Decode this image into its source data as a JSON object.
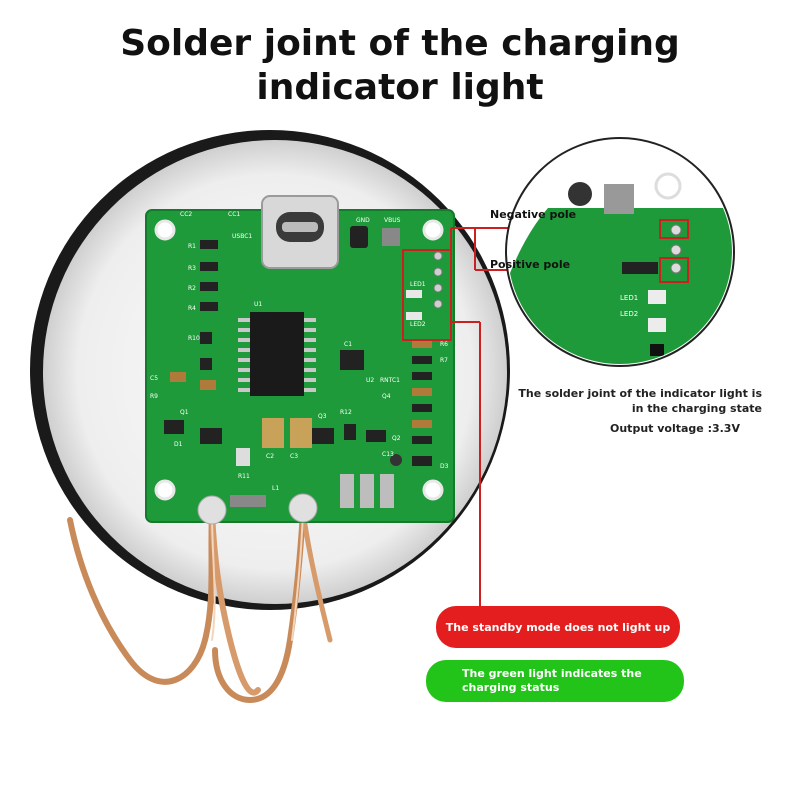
{
  "title": {
    "line1": "Solder joint of the charging",
    "line2": "indicator light"
  },
  "callouts": {
    "negative_pole": "Negative pole",
    "positive_pole": "Positive pole"
  },
  "info": {
    "indicator_line1": "The solder joint of the indicator light is",
    "indicator_line2": "in the charging state",
    "output_voltage": "Output voltage :3.3V"
  },
  "status_pills": {
    "standby": "The standby mode does not light up",
    "charging_line1": "The green light indicates the",
    "charging_line2": "charging status"
  },
  "pcb_labels": {
    "chip": "U1",
    "usb": "USBC1",
    "vbus": "VBUS",
    "gnd": "GND",
    "led1": "LED1",
    "led2": "LED2",
    "cc1": "CC1",
    "cc2": "CC2",
    "r1": "R1",
    "r2": "R2",
    "r3": "R3",
    "r4": "R4",
    "r6": "R6",
    "r7": "R7",
    "r9": "R9",
    "r10": "R10",
    "r11": "R11",
    "r12": "R12",
    "q1": "Q1",
    "q2": "Q2",
    "q3": "Q3",
    "q4": "Q4",
    "c1": "C1",
    "c2": "C2",
    "c3": "C3",
    "c5": "C5",
    "c13": "C13",
    "d1": "D1",
    "d3": "D3",
    "u2": "U2",
    "ntc": "RNTC1",
    "l1": "L1"
  },
  "colors": {
    "pcb_green": "#1f9a3a",
    "pill_red": "#e41e1e",
    "pill_green": "#23c41a",
    "callout_red": "#cc1f1f"
  }
}
